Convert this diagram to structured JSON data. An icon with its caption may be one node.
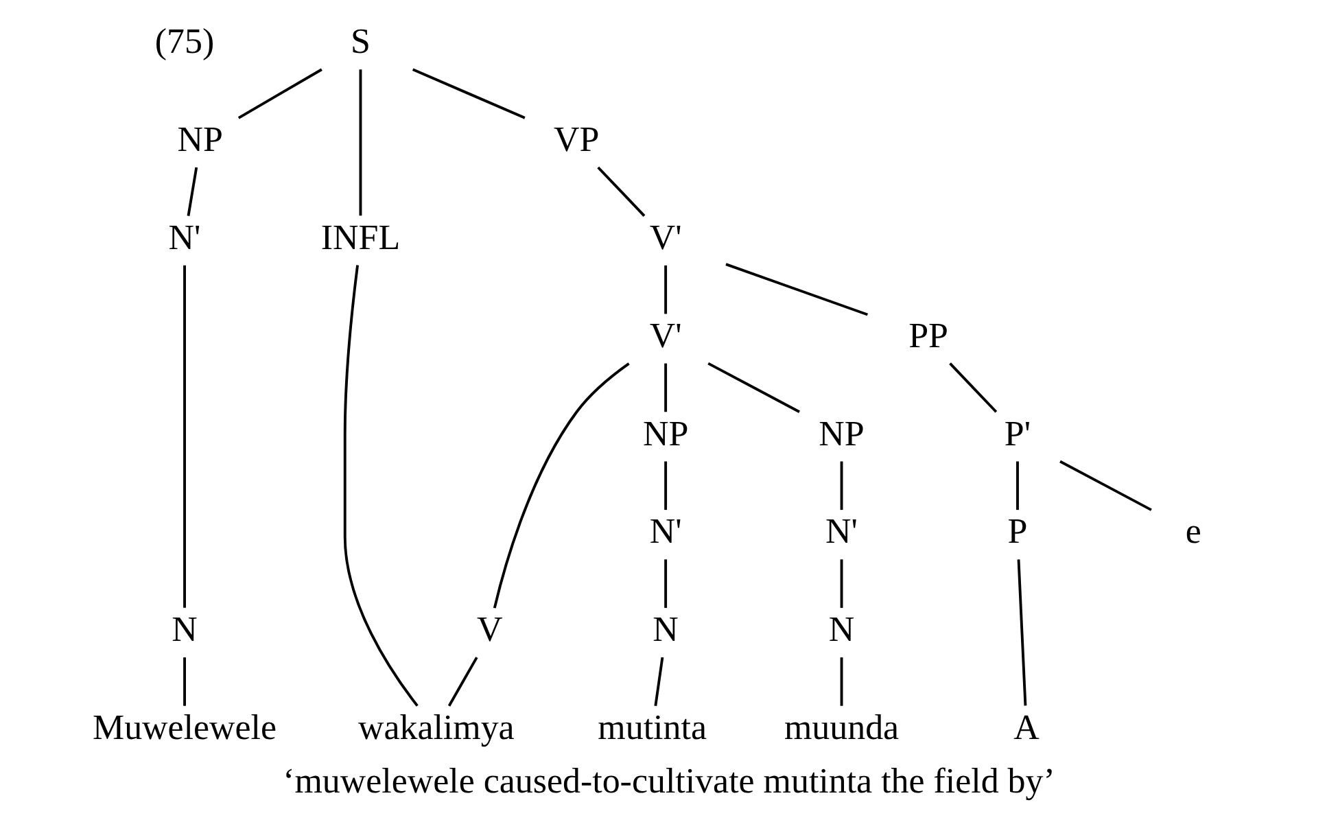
{
  "diagram": {
    "caption": "‘muwelewele caused-to-cultivate mutinta the field by’",
    "nodes": [
      {
        "text": [
          "S"
        ]
      },
      {
        "text": [
          "NP"
        ]
      },
      {
        "text": [
          "INFL"
        ]
      },
      {
        "text": [
          "VP"
        ]
      },
      {
        "text": [
          "N'"
        ]
      },
      {
        "text": [
          "N"
        ]
      },
      {
        "text": [
          "Muwelewele"
        ]
      },
      {
        "text": [
          "V'"
        ]
      },
      {
        "text": [
          "V'"
        ]
      },
      {
        "text": [
          "PP"
        ]
      },
      {
        "text": [
          "V"
        ]
      },
      {
        "text": [
          "NP"
        ]
      },
      {
        "text": [
          "NP"
        ]
      },
      {
        "text": [
          "P'"
        ]
      },
      {
        "text": [
          "N'"
        ]
      },
      {
        "text": [
          "N'"
        ]
      },
      {
        "text": [
          "P"
        ]
      },
      {
        "text": [
          "e"
        ]
      },
      {
        "text": [
          "N"
        ]
      },
      {
        "text": [
          "N"
        ]
      },
      {
        "text": [
          "wakalimya"
        ]
      },
      {
        "text": [
          "mutinta"
        ]
      },
      {
        "text": [
          "muunda"
        ]
      },
      {
        "text": [
          "A"
        ]
      }
    ],
    "edges": [
      {
        "from": 0,
        "to": 1,
        "arrow": "none"
      },
      {
        "from": 0,
        "to": 2,
        "arrow": "none"
      },
      {
        "from": 0,
        "to": 3,
        "arrow": "none"
      },
      {
        "from": 1,
        "to": 4,
        "arrow": "none"
      },
      {
        "from": 4,
        "to": 5,
        "arrow": "none"
      },
      {
        "from": 5,
        "to": 6,
        "arrow": "none"
      },
      {
        "from": 2,
        "to": 20,
        "arrow": "none"
      },
      {
        "from": 3,
        "to": 7,
        "arrow": "none"
      },
      {
        "from": 7,
        "to": 8,
        "arrow": "none"
      },
      {
        "from": 7,
        "to": 9,
        "arrow": "none"
      },
      {
        "from": 8,
        "to": 10,
        "arrow": "none"
      },
      {
        "from": 8,
        "to": 11,
        "arrow": "none"
      },
      {
        "from": 8,
        "to": 12,
        "arrow": "none"
      },
      {
        "from": 9,
        "to": 13,
        "arrow": "none"
      },
      {
        "from": 10,
        "to": 20,
        "arrow": "none"
      },
      {
        "from": 11,
        "to": 14,
        "arrow": "none"
      },
      {
        "from": 12,
        "to": 15,
        "arrow": "none"
      },
      {
        "from": 13,
        "to": 16,
        "arrow": "none"
      },
      {
        "from": 13,
        "to": 17,
        "arrow": "none"
      },
      {
        "from": 14,
        "to": 18,
        "arrow": "none"
      },
      {
        "from": 15,
        "to": 19,
        "arrow": "none"
      },
      {
        "from": 18,
        "to": 21,
        "arrow": "none"
      },
      {
        "from": 19,
        "to": 22,
        "arrow": "none"
      },
      {
        "from": 16,
        "to": 23,
        "arrow": "none"
      }
    ],
    "labels": [
      "(75)"
    ]
  }
}
